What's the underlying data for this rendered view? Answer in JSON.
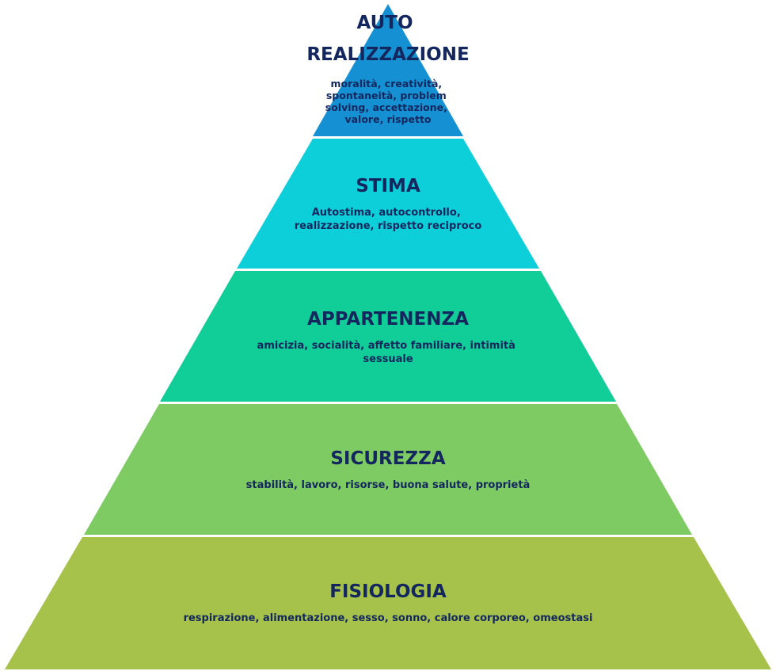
{
  "levels": [
    {
      "id": "autorealizzazione",
      "title_lines": [
        "AUTO",
        "REALIZZAZIONE"
      ],
      "desc_lines": [
        "moralità,  creatività,",
        "spontaneità, problem",
        "solving, accettazione,",
        "valore, rispetto"
      ],
      "color": "#1591d3"
    },
    {
      "id": "stima",
      "title_lines": [
        "STIMA"
      ],
      "desc_lines": [
        "Autostima, autocontrollo,",
        "realizzazione, rispetto reciproco"
      ],
      "color": "#0ccfd9"
    },
    {
      "id": "appartenenza",
      "title_lines": [
        "APPARTENENZA"
      ],
      "desc_lines": [
        "amicizia, socialità, affetto familiare, intimità",
        "sessuale"
      ],
      "color": "#11cd98"
    },
    {
      "id": "sicurezza",
      "title_lines": [
        "SICUREZZA"
      ],
      "desc_lines": [
        "stabilità,  lavoro, risorse, buona salute, proprietà"
      ],
      "color": "#7ecb63"
    },
    {
      "id": "fisiologia",
      "title_lines": [
        "FISIOLOGIA"
      ],
      "desc_lines": [
        "respirazione, alimentazione, sesso, sonno, calore corporeo, omeostasi"
      ],
      "color": "#a6c24a"
    }
  ],
  "colors": {
    "text": "#13275e",
    "separator": "#ffffff"
  }
}
